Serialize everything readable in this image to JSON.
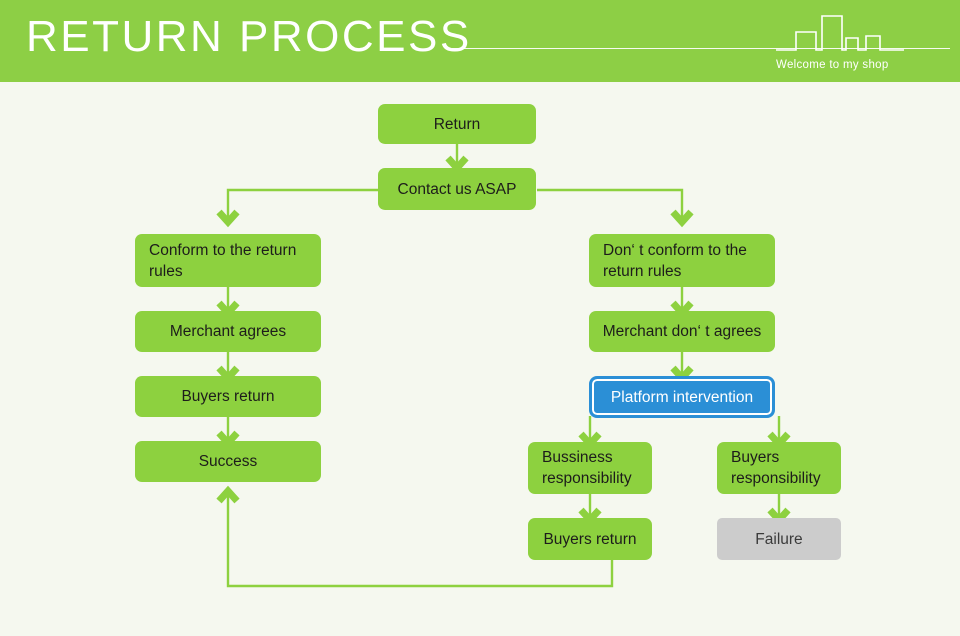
{
  "header": {
    "title": "RETURN PROCESS",
    "tagline": "Welcome to my shop",
    "background_color": "#8dcf45",
    "title_color": "#ffffff",
    "skyline_icon": "city-skyline-outline-icon",
    "rule_icon": "horizontal-rule-divider"
  },
  "page": {
    "background_color": "#f5f8ef"
  },
  "flowchart": {
    "type": "flowchart",
    "node_color_green": "#8dd13f",
    "node_color_blue": "#2b8fd6",
    "node_color_gray": "#cccccc",
    "connector_color": "#8dd13f",
    "nodes": [
      {
        "id": "return",
        "label": "Return",
        "color": "green",
        "align": "center"
      },
      {
        "id": "contact",
        "label": "Contact us ASAP",
        "color": "green",
        "align": "center"
      },
      {
        "id": "conform",
        "label": "Conform to the return rules",
        "color": "green",
        "align": "left"
      },
      {
        "id": "merchant-agrees",
        "label": "Merchant agrees",
        "color": "green",
        "align": "center"
      },
      {
        "id": "buyers-return-left",
        "label": "Buyers return",
        "color": "green",
        "align": "center"
      },
      {
        "id": "success",
        "label": "Success",
        "color": "green",
        "align": "center"
      },
      {
        "id": "dont-conform",
        "label": "Don‘ t conform to the return rules",
        "color": "green",
        "align": "left"
      },
      {
        "id": "merchant-disagrees",
        "label": "Merchant don‘ t agrees",
        "color": "green",
        "align": "center"
      },
      {
        "id": "platform",
        "label": "Platform intervention",
        "color": "blue",
        "align": "center"
      },
      {
        "id": "business-resp",
        "label": "Bussiness responsibility",
        "color": "green",
        "align": "left"
      },
      {
        "id": "buyers-resp",
        "label": "Buyers responsibility",
        "color": "green",
        "align": "left"
      },
      {
        "id": "buyers-return-right",
        "label": "Buyers return",
        "color": "green",
        "align": "center"
      },
      {
        "id": "failure",
        "label": "Failure",
        "color": "gray",
        "align": "center"
      }
    ],
    "edges": [
      {
        "from": "return",
        "to": "contact"
      },
      {
        "from": "contact",
        "to": "conform"
      },
      {
        "from": "contact",
        "to": "dont-conform"
      },
      {
        "from": "conform",
        "to": "merchant-agrees"
      },
      {
        "from": "merchant-agrees",
        "to": "buyers-return-left"
      },
      {
        "from": "buyers-return-left",
        "to": "success"
      },
      {
        "from": "dont-conform",
        "to": "merchant-disagrees"
      },
      {
        "from": "merchant-disagrees",
        "to": "platform"
      },
      {
        "from": "platform",
        "to": "business-resp"
      },
      {
        "from": "platform",
        "to": "buyers-resp"
      },
      {
        "from": "business-resp",
        "to": "buyers-return-right"
      },
      {
        "from": "buyers-resp",
        "to": "failure"
      },
      {
        "from": "buyers-return-right",
        "to": "success"
      }
    ]
  }
}
